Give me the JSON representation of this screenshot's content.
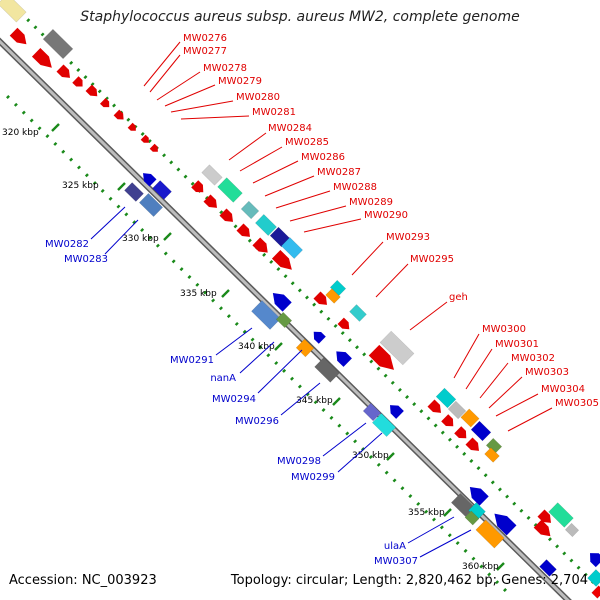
{
  "title": "Staphylococcus aureus subsp. aureus MW2, complete genome",
  "footer": {
    "accession": "Accession: NC_003923",
    "summary": "Topology: circular; Length: 2,820,462 bp; Genes: 2,704"
  },
  "tick_labels": [
    {
      "id": "320",
      "text": "320 kbp"
    },
    {
      "id": "325",
      "text": "325 kbp"
    },
    {
      "id": "330",
      "text": "330 kbp"
    },
    {
      "id": "335",
      "text": "335 kbp"
    },
    {
      "id": "340",
      "text": "340 kbp"
    },
    {
      "id": "345",
      "text": "345 kbp"
    },
    {
      "id": "350",
      "text": "350 kbp"
    },
    {
      "id": "355",
      "text": "355 kbp"
    },
    {
      "id": "360",
      "text": "360 kbp"
    }
  ],
  "forward_genes": [
    "MW0276",
    "MW0277",
    "MW0278",
    "MW0279",
    "MW0280",
    "MW0281",
    "MW0284",
    "MW0285",
    "MW0286",
    "MW0287",
    "MW0288",
    "MW0289",
    "MW0290",
    "MW0293",
    "MW0295",
    "geh",
    "MW0300",
    "MW0301",
    "MW0302",
    "MW0303",
    "MW0304",
    "MW0305"
  ],
  "reverse_genes": [
    "MW0282",
    "MW0283",
    "MW0291",
    "nanA",
    "MW0294",
    "MW0296",
    "MW0298",
    "MW0299",
    "ulaA",
    "MW0307"
  ],
  "colors": {
    "forward": "#e00000",
    "reverse": "#0000cc",
    "backbone": "#888888",
    "dots": "#1a8a1a"
  }
}
